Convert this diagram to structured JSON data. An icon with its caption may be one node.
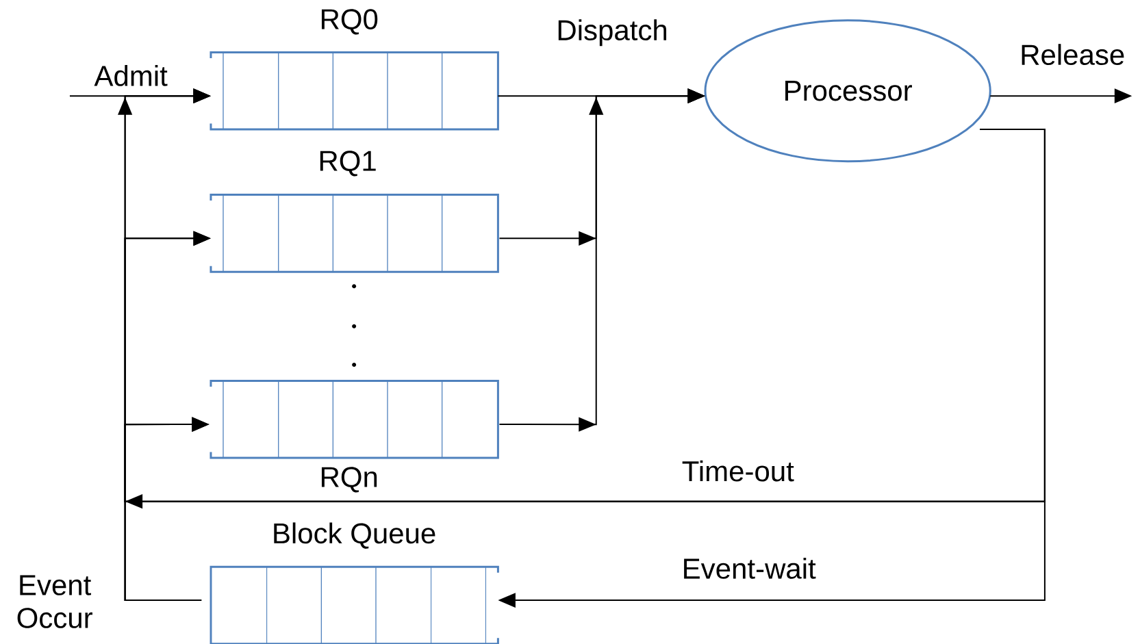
{
  "diagram": {
    "nodes": [
      {
        "text": [
          "RQ0"
        ]
      },
      {
        "text": [
          "RQ1"
        ]
      },
      {
        "text": [
          "RQn"
        ]
      },
      {
        "text": [
          "Processor"
        ]
      },
      {
        "text": [
          "Block Queue"
        ]
      }
    ],
    "edges": [
      {
        "from": null,
        "to": 0,
        "arrow": "to",
        "label": "Admit"
      },
      {
        "from": 0,
        "to": 3,
        "arrow": "to",
        "label": "Dispatch"
      },
      {
        "from": 1,
        "to": 3,
        "arrow": "to"
      },
      {
        "from": 2,
        "to": 3,
        "arrow": "to"
      },
      {
        "from": 3,
        "to": null,
        "arrow": "to",
        "label": "Release"
      },
      {
        "from": 3,
        "to": 0,
        "arrow": "to",
        "label": "Time-out"
      },
      {
        "from": 3,
        "to": 1,
        "arrow": "to"
      },
      {
        "from": 3,
        "to": 2,
        "arrow": "to"
      },
      {
        "from": 3,
        "to": 4,
        "arrow": "to",
        "label": "Event-wait"
      },
      {
        "from": 4,
        "to": 0,
        "arrow": "to",
        "label": "Event Occur"
      },
      {
        "from": 4,
        "to": 1,
        "arrow": "to"
      },
      {
        "from": 4,
        "to": 2,
        "arrow": "to"
      }
    ]
  }
}
